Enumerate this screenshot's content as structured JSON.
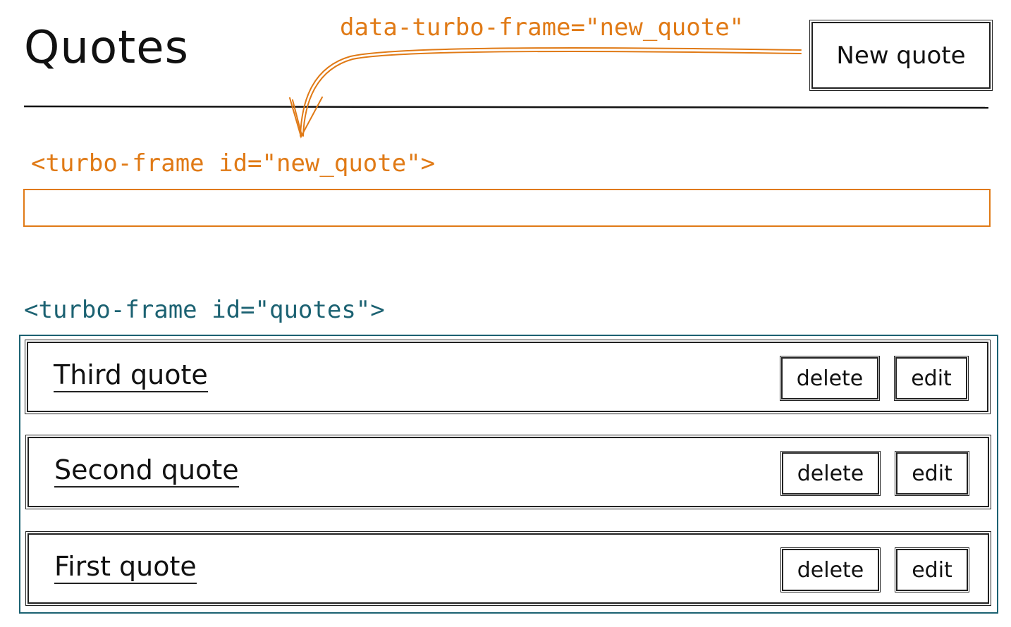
{
  "page": {
    "title": "Quotes"
  },
  "toolbar": {
    "new_quote_label": "New quote"
  },
  "annotations": {
    "link_attribute": "data-turbo-frame=\"new_quote\"",
    "new_frame_tag": "<turbo-frame id=\"new_quote\">",
    "quotes_frame_tag": "<turbo-frame id=\"quotes\">"
  },
  "quotes": {
    "items": [
      {
        "name": "Third quote",
        "delete_label": "delete",
        "edit_label": "edit"
      },
      {
        "name": "Second quote",
        "delete_label": "delete",
        "edit_label": "edit"
      },
      {
        "name": "First quote",
        "delete_label": "delete",
        "edit_label": "edit"
      }
    ]
  },
  "colors": {
    "new_frame": "#e07a16",
    "quotes_frame": "#1c6272",
    "ink": "#111111"
  },
  "icons": {
    "arrow": "curved-arrow-icon"
  }
}
